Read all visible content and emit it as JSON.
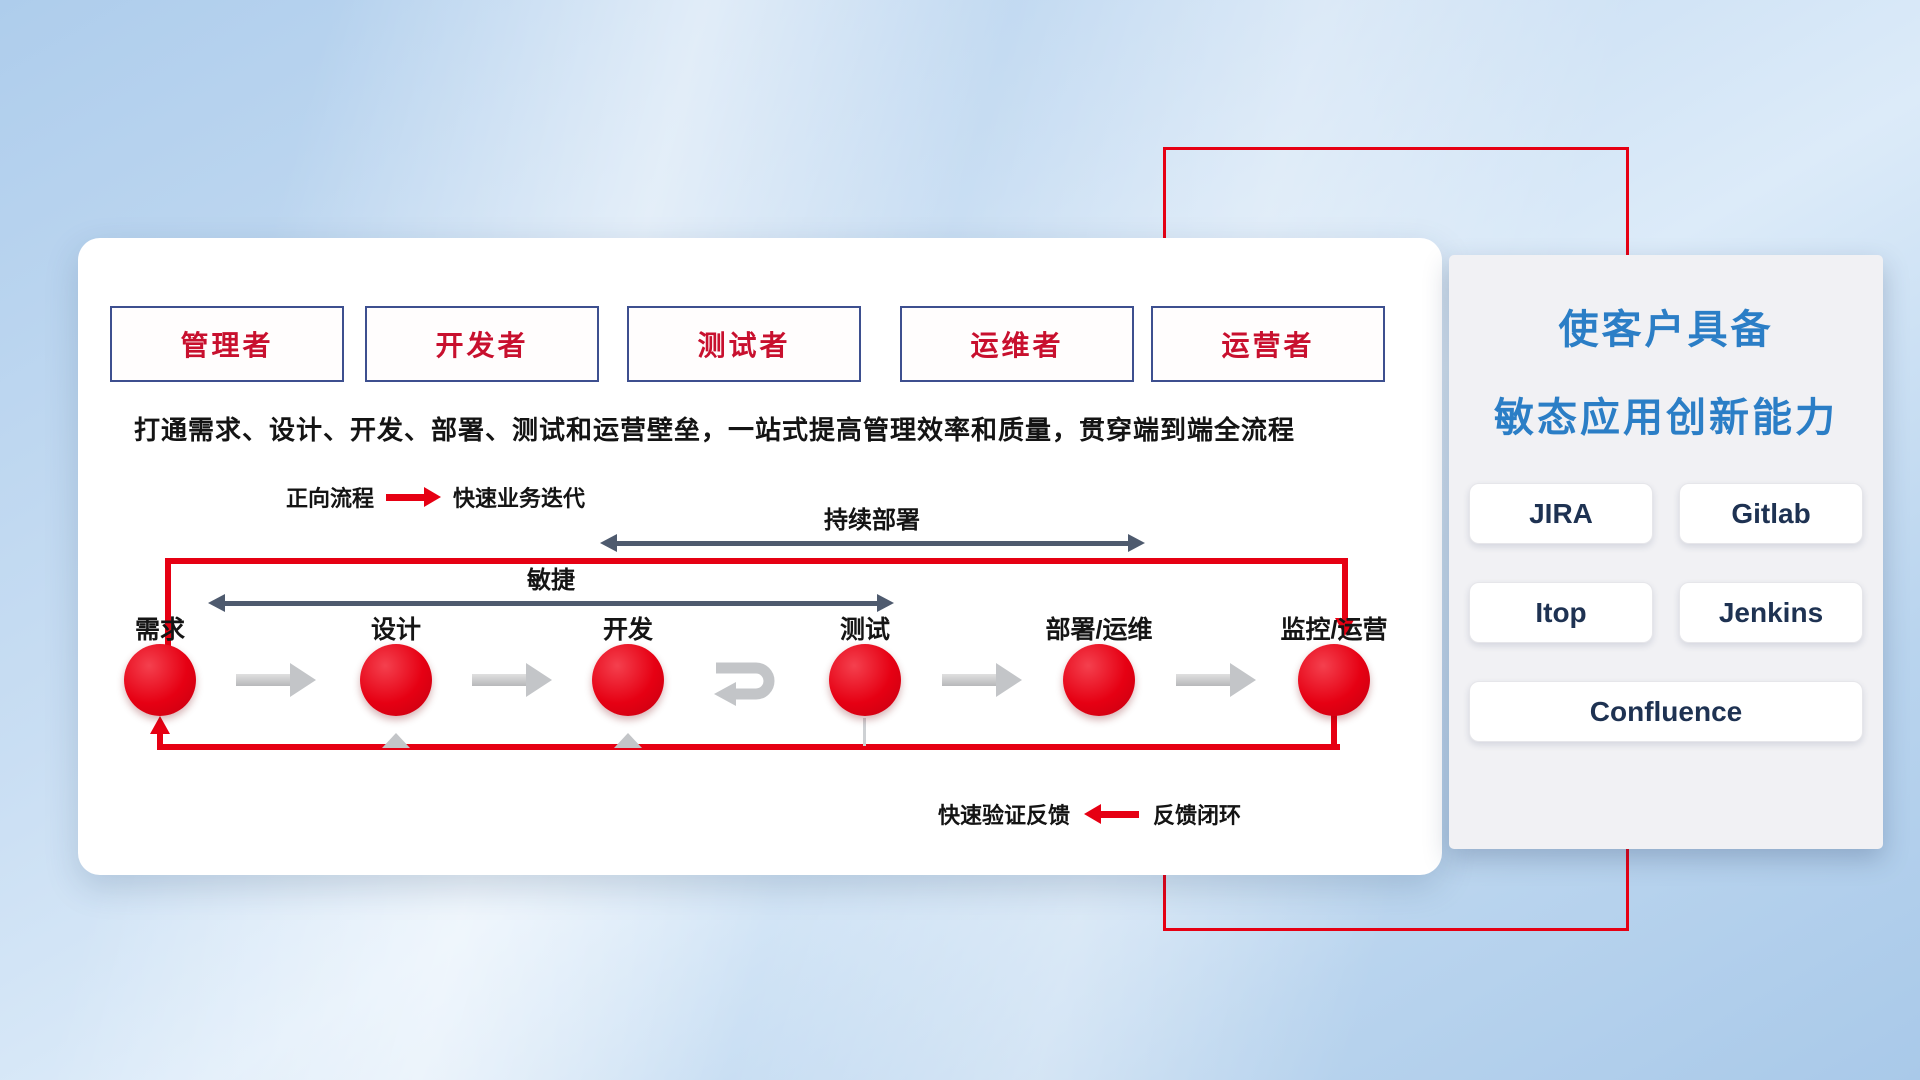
{
  "roles": [
    {
      "label": "管理者"
    },
    {
      "label": "开发者"
    },
    {
      "label": "测试者"
    },
    {
      "label": "运维者"
    },
    {
      "label": "运营者"
    }
  ],
  "description": "打通需求、设计、开发、部署、测试和运营壁垒，一站式提高管理效率和质量，贯穿端到端全流程",
  "legend": {
    "forward_label": "正向流程",
    "forward_value": "快速业务迭代",
    "feedback_value": "快速验证反馈",
    "feedback_label": "反馈闭环"
  },
  "flow": {
    "spans": {
      "agile": "敏捷",
      "continuous_deploy": "持续部署"
    },
    "stages": [
      {
        "label": "需求"
      },
      {
        "label": "设计"
      },
      {
        "label": "开发"
      },
      {
        "label": "测试"
      },
      {
        "label": "部署/运维"
      },
      {
        "label": "监控/运营"
      }
    ]
  },
  "panel": {
    "title_line1": "使客户具备",
    "title_line2": "敏态应用创新能力",
    "tools": [
      {
        "name": "JIRA"
      },
      {
        "name": "Gitlab"
      },
      {
        "name": "Itop"
      },
      {
        "name": "Jenkins"
      },
      {
        "name": "Confluence"
      }
    ]
  },
  "colors": {
    "accent_red": "#e60013",
    "title_blue": "#2b7ec6",
    "navy_border": "#3d4f8f",
    "span_arrow_gray": "#4e5a6e",
    "flow_arrow_gray": "#c3c5c8"
  }
}
